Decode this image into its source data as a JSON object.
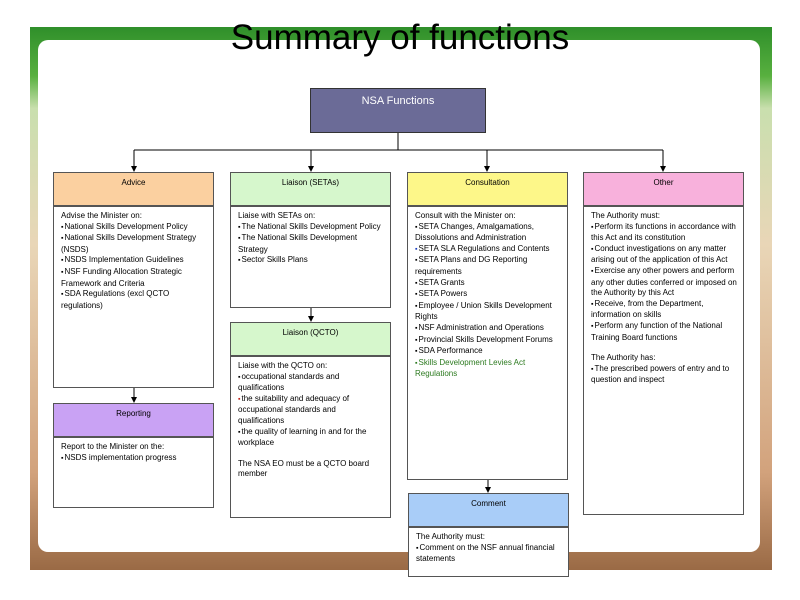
{
  "slide": {
    "title": "Summary of functions"
  },
  "root": {
    "label": "NSA Functions"
  },
  "columns": {
    "advice": {
      "header": "Advice",
      "intro": "Advise the Minister on:",
      "items": [
        "National Skills Development Policy",
        "National Skills Development Strategy (NSDS)",
        "NSDS Implementation Guidelines",
        "NSF Funding Allocation Strategic Framework and Criteria",
        "SDA Regulations (excl QCTO regulations)"
      ]
    },
    "reporting": {
      "header": "Reporting",
      "intro": "Report to the Minister on the:",
      "items": [
        "NSDS implementation progress"
      ]
    },
    "liaison_setas": {
      "header": "Liaison (SETAs)",
      "intro": "Liaise with SETAs on:",
      "items": [
        "The National Skills Development Policy",
        "The National Skills Development Strategy",
        "Sector Skills Plans"
      ]
    },
    "liaison_qcto": {
      "header": "Liaison (QCTO)",
      "intro": "Liaise with the QCTO on:",
      "items": [
        "occupational standards and qualifications",
        "the suitability and adequacy of occupational standards and qualifications",
        "the quality of learning in and for the workplace"
      ],
      "note": "The NSA EO must be a QCTO board member"
    },
    "consultation": {
      "header": "Consultation",
      "intro": "Consult with the Minister on:",
      "items": [
        "SETA Changes, Amalgamations, Dissolutions and Administration",
        "SETA SLA Regulations and Contents",
        "SETA Plans and DG Reporting requirements",
        "SETA Grants",
        "SETA Powers",
        "Employee / Union Skills Development Rights",
        "NSF Administration and Operations",
        "Provincial Skills Development Forums",
        "SDA Performance",
        "Skills Development Levies Act Regulations"
      ]
    },
    "comment": {
      "header": "Comment",
      "intro": "The Authority must:",
      "items": [
        "Comment on the NSF annual financial statements"
      ]
    },
    "other": {
      "header": "Other",
      "intro": "The Authority must:",
      "items": [
        "Perform its functions in accordance with this Act and its constitution",
        "Conduct investigations on any matter arising out of the application of this Act",
        "Exercise any other powers and perform any other duties conferred or imposed on the Authority by this Act",
        "Receive, from the Department, information on skills",
        "Perform any function of the National Training Board functions"
      ],
      "intro2": "The Authority has:",
      "items2": [
        "The prescribed powers of entry and to question and inspect"
      ]
    }
  },
  "colors": {
    "root_fill": "#6b6b97",
    "advice_fill": "#fbd0a0",
    "reporting_fill": "#c9a2f4",
    "liaison_fill": "#d6f7cc",
    "consultation_fill": "#fdf789",
    "comment_fill": "#a9cdf8",
    "other_fill": "#f8b1dc"
  }
}
